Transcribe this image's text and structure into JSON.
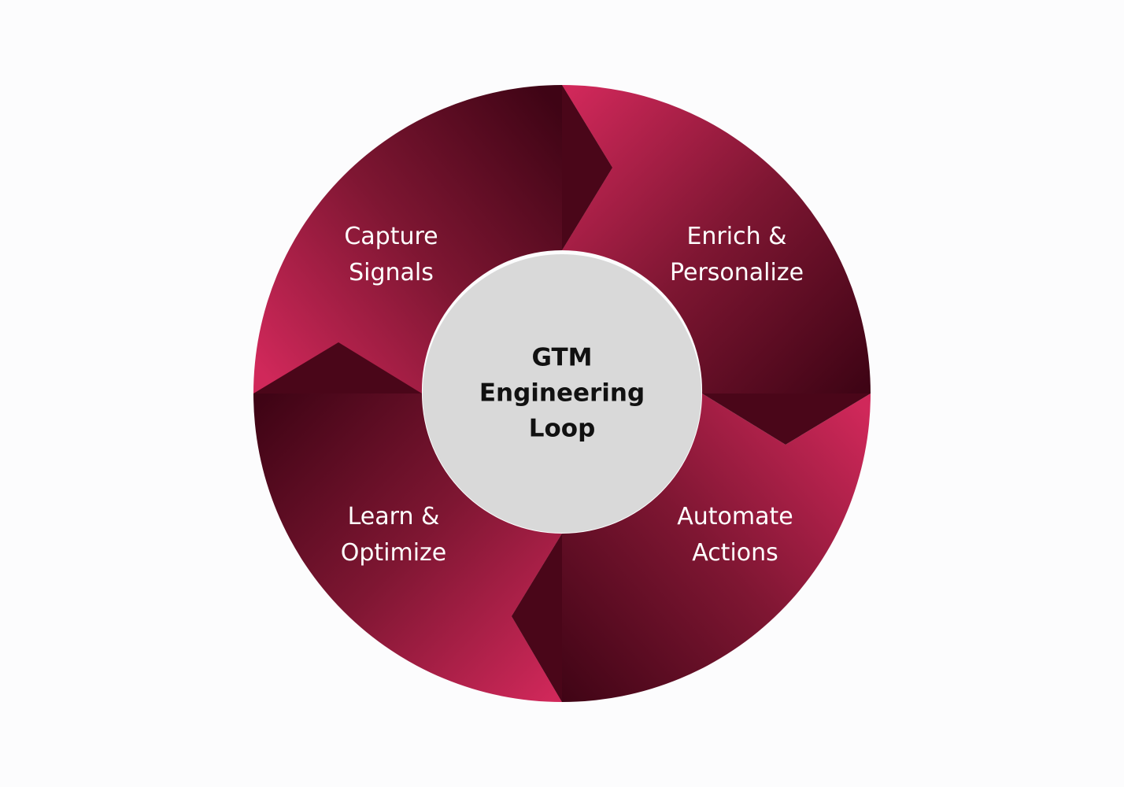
{
  "diagram": {
    "center": {
      "lines": [
        "GTM",
        "Engineering",
        "Loop"
      ]
    },
    "segments": [
      {
        "id": "capture",
        "lines": [
          "Capture",
          "Signals"
        ]
      },
      {
        "id": "enrich",
        "lines": [
          "Enrich &",
          "Personalize"
        ]
      },
      {
        "id": "automate",
        "lines": [
          "Automate",
          "Actions"
        ]
      },
      {
        "id": "learn",
        "lines": [
          "Learn &",
          "Optimize"
        ]
      }
    ],
    "colors": {
      "background": "#fcfcfd",
      "segment_light": "#c9264f",
      "segment_mid": "#7a1530",
      "segment_dark": "#3d0414",
      "center_fill": "#d9d9d9",
      "center_text": "#111111",
      "label_text": "#ffffff"
    }
  }
}
